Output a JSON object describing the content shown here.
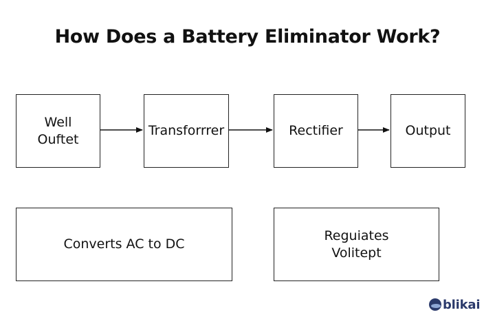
{
  "diagram": {
    "title": "How Does a Battery Eliminator Work?",
    "nodes": [
      {
        "id": "well",
        "label": "Well\nOuftet"
      },
      {
        "id": "trans",
        "label": "Transforrrer"
      },
      {
        "id": "rect",
        "label": "Rectifier"
      },
      {
        "id": "output",
        "label": "Output"
      },
      {
        "id": "conv",
        "label": "Converts AC to DC"
      },
      {
        "id": "reg",
        "label": "Reguiates\nVolitept"
      }
    ],
    "edges": [
      {
        "from": "well",
        "to": "trans"
      },
      {
        "from": "trans",
        "to": "rect"
      },
      {
        "from": "rect",
        "to": "output"
      }
    ]
  },
  "logo": {
    "text": "blikai",
    "color": "#2b3a6b"
  },
  "colors": {
    "stroke": "#222222",
    "text": "#111111",
    "background": "#ffffff"
  }
}
